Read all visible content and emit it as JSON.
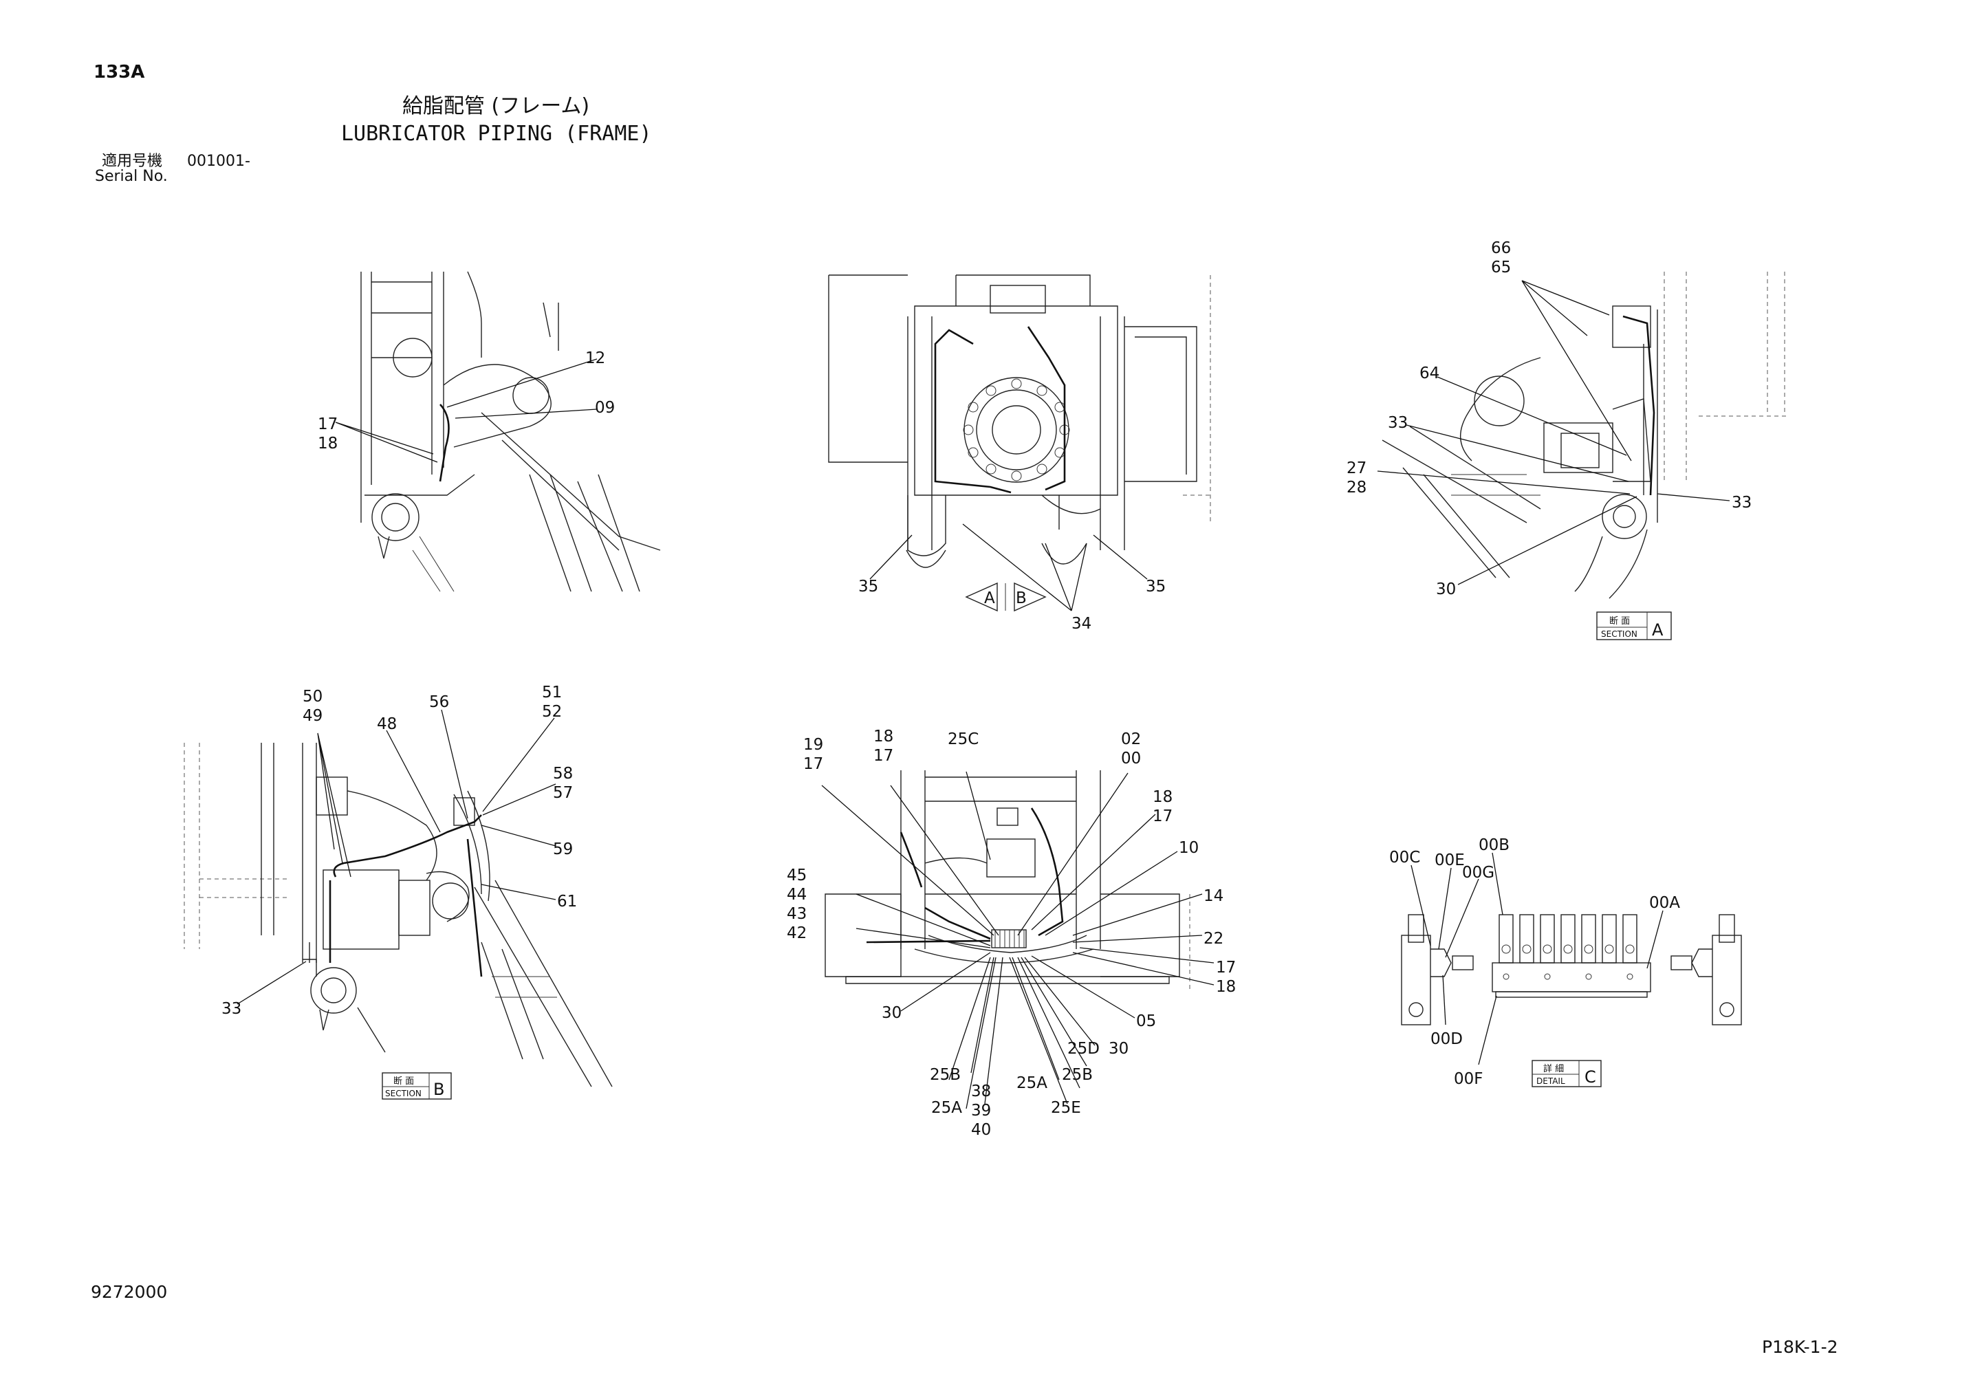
{
  "header": {
    "sheet_number": "133A",
    "title_jp": "給脂配管 (フレーム)",
    "title_en": "LUBRICATOR PIPING (FRAME)",
    "serial_label_jp": "適用号機",
    "serial_value": "001001-",
    "serial_label_en": "Serial No."
  },
  "footer": {
    "drawing_number": "9272000",
    "page_code": "P18K-1-2"
  },
  "views": {
    "top_left": {
      "callouts": [
        "12",
        "09",
        "17",
        "18"
      ]
    },
    "top_center": {
      "callouts": [
        "35",
        "35",
        "34"
      ],
      "arrow_left": "A",
      "arrow_right": "B"
    },
    "section_a": {
      "callouts": [
        "66",
        "65",
        "64",
        "33",
        "27",
        "28",
        "33",
        "30"
      ],
      "label_jp": "断 面",
      "label_en": "SECTION",
      "letter": "A"
    },
    "section_b": {
      "callouts": [
        "50",
        "49",
        "48",
        "56",
        "51",
        "52",
        "58",
        "57",
        "59",
        "61",
        "33"
      ],
      "label_jp": "断 面",
      "label_en": "SECTION",
      "letter": "B"
    },
    "bottom_center": {
      "callouts": [
        "19",
        "17",
        "18",
        "17",
        "25C",
        "02",
        "00",
        "18",
        "17",
        "10",
        "45",
        "44",
        "43",
        "42",
        "14",
        "22",
        "17",
        "18",
        "30",
        "05",
        "25D",
        "30",
        "25B",
        "25A",
        "38",
        "39",
        "40",
        "25A",
        "25B",
        "25E"
      ]
    },
    "detail_c": {
      "callouts": [
        "00C",
        "00E",
        "00G",
        "00B",
        "00A",
        "00D",
        "00F"
      ],
      "label_jp": "詳 細",
      "label_en": "DETAIL",
      "letter": "C"
    }
  }
}
